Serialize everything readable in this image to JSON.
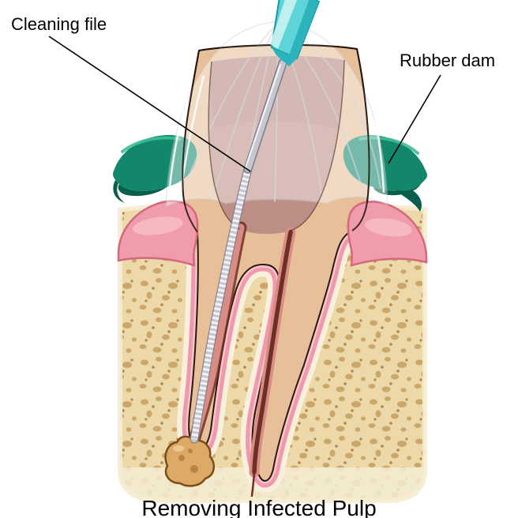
{
  "labels": {
    "cleaning_file": "Cleaning file",
    "rubber_dam": "Rubber dam"
  },
  "caption": "Removing Infected Pulp",
  "colors": {
    "background": "#ffffff",
    "text": "#000000",
    "leader_line": "#000000",
    "bone_base": "#ecd8a9",
    "bone_pore": "#c9a263",
    "bone_pore_dark": "#a87f41",
    "bone_edge": "#f5ecd2",
    "gum_pink": "#f09cab",
    "gum_dark": "#d2697c",
    "ligament_pink": "#ef9aac",
    "ligament_light": "#f9c6ce",
    "ligament_cream": "#f8efdc",
    "dam_green": "#12876c",
    "dam_green_dark": "#0a5f4c",
    "dam_green_light": "#3fbb95",
    "dentin": "#e7bf99",
    "tooth_outline": "#2a180e",
    "pulp_infected": "#bd8e85",
    "canal_dark": "#6e2f24",
    "canal_pink": "#d98c84",
    "file_handle": "#5ed3d8",
    "file_handle_dark": "#2cb3bb",
    "file_handle_light": "#c8f3f2",
    "file_metal": "#c7c7d1",
    "file_metal_dark": "#7d7d88",
    "lesion": "#dcaa66",
    "lesion_outline": "#7e4c16"
  }
}
